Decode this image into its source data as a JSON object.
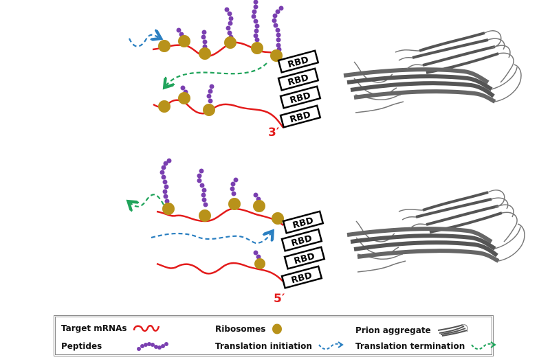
{
  "figure": {
    "top_panel": {
      "end_label": "3′",
      "rbd_labels": [
        "RBD",
        "RBD",
        "RBD",
        "RBD"
      ]
    },
    "bottom_panel": {
      "end_label": "5′",
      "rbd_labels": [
        "RBD",
        "RBD",
        "RBD",
        "RBD"
      ]
    }
  },
  "legend": {
    "items": [
      {
        "label": "Target mRNAs",
        "icon": "mrna-icon"
      },
      {
        "label": "Ribosomes",
        "icon": "ribosome-icon"
      },
      {
        "label": "Prion aggregate",
        "icon": "prion-aggregate-icon"
      },
      {
        "label": "Peptides",
        "icon": "peptide-icon"
      },
      {
        "label": "Translation initiation",
        "icon": "initiation-arrow-icon"
      },
      {
        "label": "Translation termination",
        "icon": "termination-arrow-icon"
      }
    ]
  },
  "colors": {
    "mrna": "#e31b1b",
    "ribosome": "#b8921a",
    "peptide": "#7a3fb0",
    "initiation": "#2a7fc1",
    "termination": "#1fa35a",
    "prion": "#5a5a5a"
  }
}
